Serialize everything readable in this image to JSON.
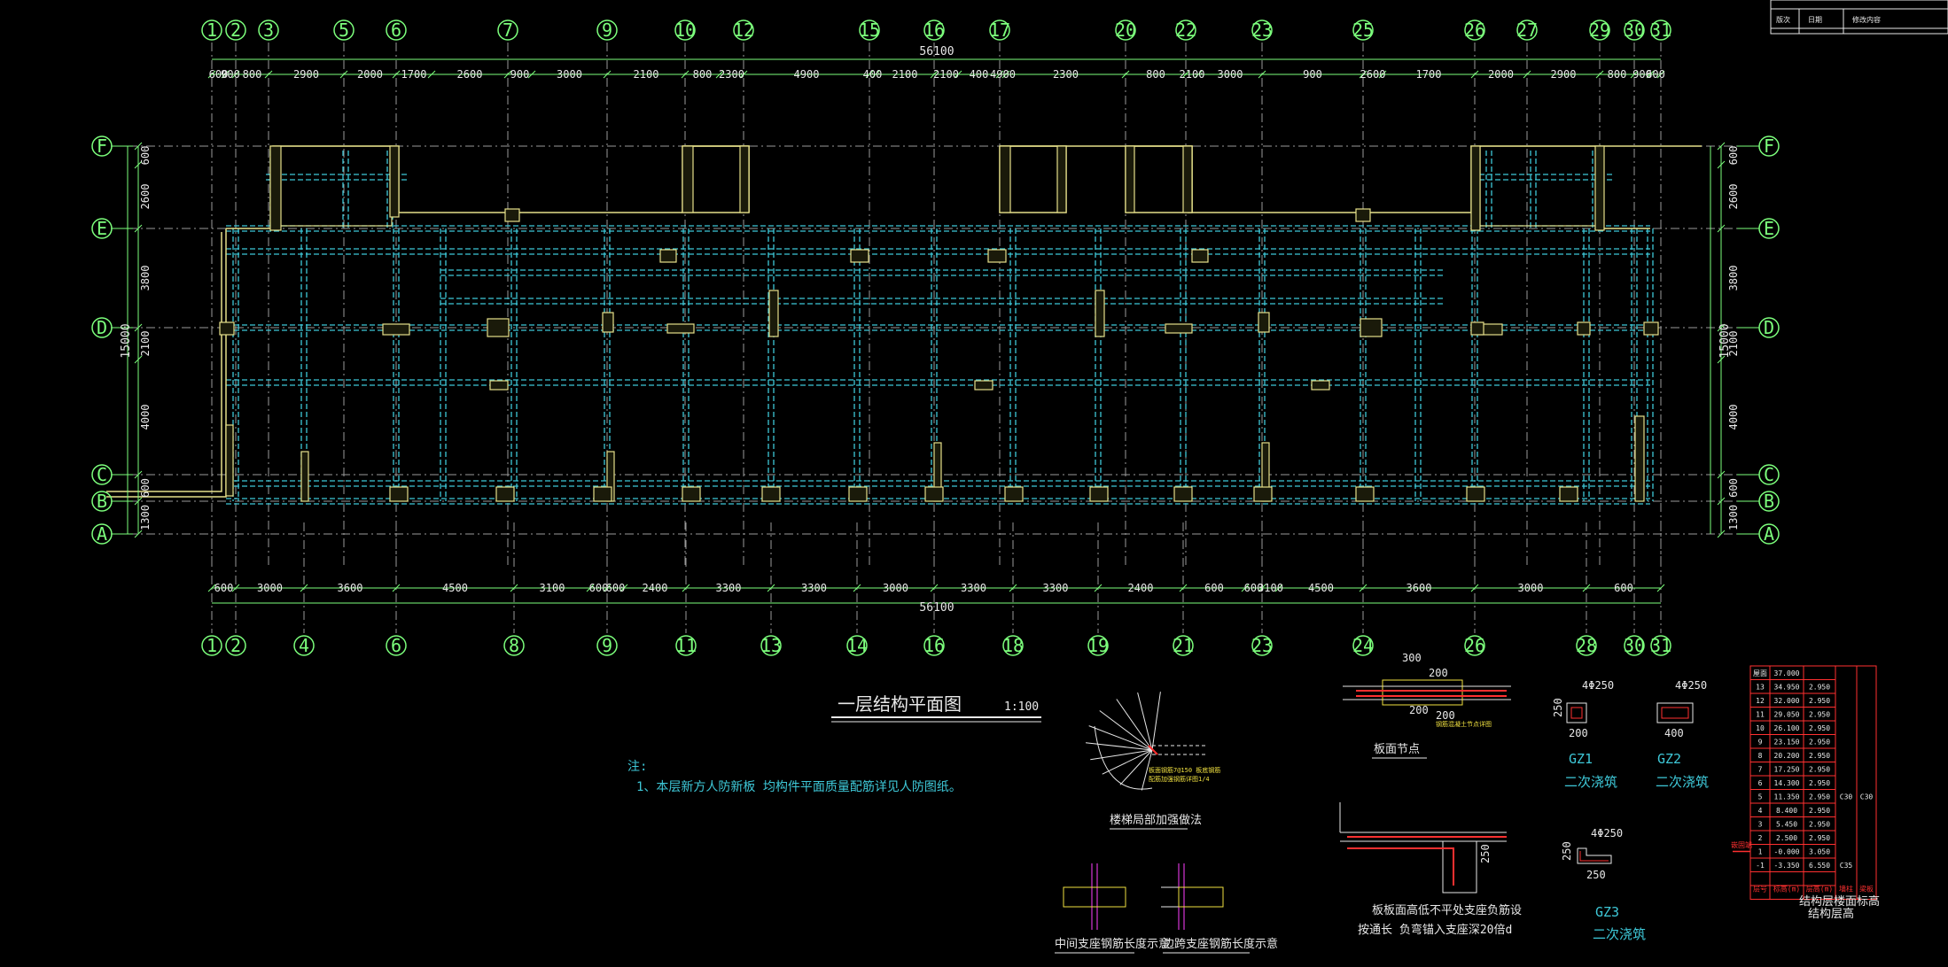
{
  "drawing": {
    "title": "一层结构平面图",
    "scale": "1:100",
    "total_length": "56100",
    "total_depth": "15000",
    "note_label": "注:",
    "note_line": "1、本层新方人防新板 均构件平面质量配筋详见人防图纸。"
  },
  "title_block": {
    "cells": [
      "版次",
      "日期",
      "修改内容"
    ]
  },
  "top_axes": [
    "1",
    "2",
    "3",
    "5",
    "6",
    "7",
    "9",
    "10",
    "12",
    "15",
    "16",
    "17",
    "20",
    "22",
    "23",
    "25",
    "26",
    "27",
    "29",
    "30",
    "31"
  ],
  "top_dims": [
    "600",
    "900",
    "800",
    "2900",
    "2000",
    "1700",
    "2600",
    "900",
    "3000",
    "2100",
    "800",
    "2300",
    "4900",
    "400",
    "2100",
    "2100",
    "400",
    "4900",
    "2300",
    "800",
    "2100",
    "3000",
    "900",
    "2600",
    "1700",
    "2000",
    "2900",
    "800",
    "900",
    "600"
  ],
  "bottom_axes": [
    "1",
    "2",
    "4",
    "6",
    "8",
    "9",
    "11",
    "13",
    "14",
    "16",
    "18",
    "19",
    "21",
    "23",
    "24",
    "26",
    "28",
    "30",
    "31"
  ],
  "bottom_dims": [
    "600",
    "3000",
    "3600",
    "4500",
    "3100",
    "600",
    "600",
    "2400",
    "3300",
    "3300",
    "3000",
    "3300",
    "3300",
    "2400",
    "600",
    "600",
    "3100",
    "4500",
    "3600",
    "3000",
    "600"
  ],
  "row_axes": [
    "F",
    "E",
    "D",
    "C",
    "B",
    "A"
  ],
  "row_dims": [
    "600",
    "2600",
    "3800",
    "2100",
    "4000",
    "600",
    "1300"
  ],
  "details": {
    "stair_caption": "楼梯局部加强做法",
    "slab_caption": "板面节点",
    "slab_dims": [
      "300",
      "200",
      "200",
      "200"
    ],
    "slab_tag": "钢筋混凝土节点详图",
    "spiral_note_1": "板面钢筋7@150 板底钢筋",
    "spiral_note_2": "配筋加强钢筋详图1/4",
    "beam_caption_1": "板板面高低不平处支座负筋设",
    "beam_caption_2": "按通长  负弯锚入支座深20倍d",
    "beam_dim": "250",
    "rebar_left_caption": "中间支座钢筋长度示意",
    "rebar_right_caption": "边跨支座钢筋长度示意",
    "gz1_label": "GZ1",
    "gz1_sub": "二次浇筑",
    "gz1_dims": [
      "4Φ250",
      "250",
      "200"
    ],
    "gz2_label": "GZ2",
    "gz2_sub": "二次浇筑",
    "gz2_dims": [
      "4Φ250",
      "400"
    ],
    "gz3_label": "GZ3",
    "gz3_sub": "二次浇筑",
    "gz3_dims": [
      "4Φ250",
      "250",
      "250"
    ]
  },
  "floor_table": {
    "rows": [
      [
        "屋面",
        "37.000",
        "",
        ""
      ],
      [
        "13",
        "34.950",
        "2.950",
        ""
      ],
      [
        "12",
        "32.000",
        "2.950",
        ""
      ],
      [
        "11",
        "29.050",
        "2.950",
        ""
      ],
      [
        "10",
        "26.100",
        "2.950",
        ""
      ],
      [
        "9",
        "23.150",
        "2.950",
        ""
      ],
      [
        "8",
        "20.200",
        "2.950",
        ""
      ],
      [
        "7",
        "17.250",
        "2.950",
        ""
      ],
      [
        "6",
        "14.300",
        "2.950",
        ""
      ],
      [
        "5",
        "11.350",
        "2.950",
        "C30"
      ],
      [
        "4",
        "8.400",
        "2.950",
        ""
      ],
      [
        "3",
        "5.450",
        "2.950",
        ""
      ],
      [
        "2",
        "2.500",
        "2.950",
        ""
      ],
      [
        "1",
        "-0.000",
        "3.050",
        ""
      ],
      [
        "-1",
        "-3.350",
        "6.550",
        "C35"
      ]
    ],
    "header": [
      "层号",
      "标高(m)",
      "层高(m)",
      "墙柱",
      "梁板"
    ],
    "side_tag": "嵌固端",
    "right_col": "C30",
    "caption_1": "结构层楼面标高",
    "caption_2": "结构层高"
  },
  "colors": {
    "axis": "#7cff7c",
    "wall": "#e6e08a",
    "beam": "#3ec8d8",
    "dim": "#e8e8e8",
    "table": "#ff3030"
  }
}
